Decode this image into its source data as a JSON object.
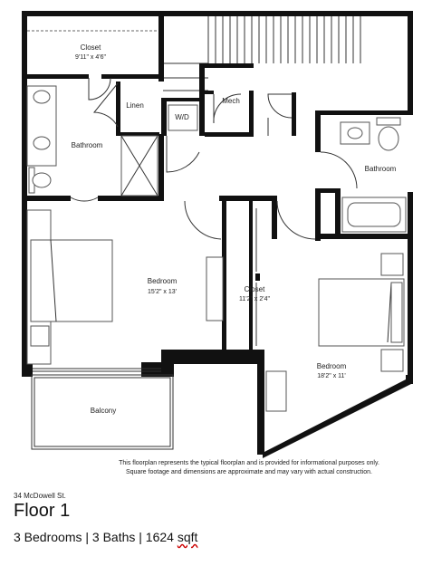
{
  "rooms": {
    "closet_top": {
      "name": "Closet",
      "dim": "9'11\" x 4'6\""
    },
    "linen": {
      "name": "Linen"
    },
    "wd": {
      "name": "W/D"
    },
    "mech": {
      "name": "Mech"
    },
    "bathroom_left": {
      "name": "Bathroom"
    },
    "bathroom_right": {
      "name": "Bathroom"
    },
    "bedroom_left": {
      "name": "Bedroom",
      "dim": "15'2\" x 13'"
    },
    "closet_mid": {
      "name": "Closet",
      "dim": "11'2\" x 2'4\""
    },
    "bedroom_right": {
      "name": "Bedroom",
      "dim": "18'2\" x 11'"
    },
    "balcony": {
      "name": "Balcony"
    }
  },
  "disclaimer": {
    "line1": "This floorplan represents the typical floorplan and is provided for informational purposes only.",
    "line2": "Square footage and dimensions are approximate and may vary with actual construction."
  },
  "address": "34 McDowell St.",
  "floor_title": "Floor 1",
  "stats": {
    "prefix": "3 Bedrooms | 3 Baths | 1624 ",
    "unit": "sqft"
  }
}
